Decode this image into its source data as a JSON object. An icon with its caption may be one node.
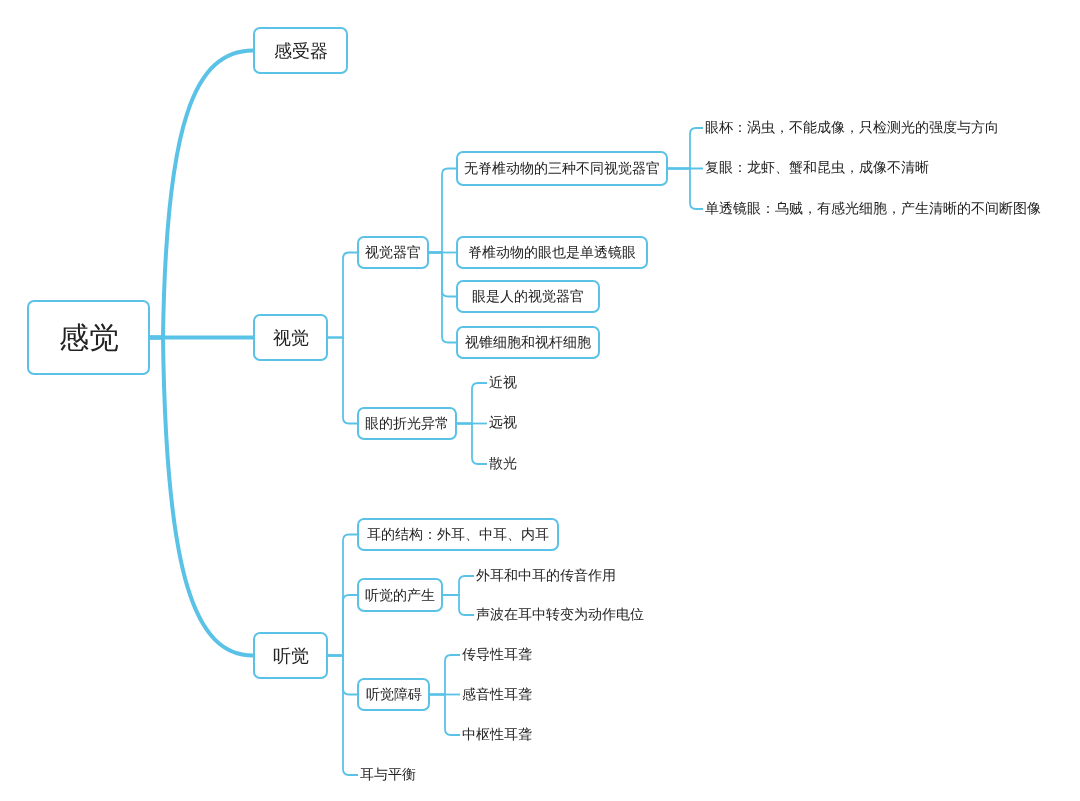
{
  "diagram": {
    "nodes": [
      {
        "text": [
          "感觉"
        ]
      },
      {
        "text": [
          "感受器"
        ]
      },
      {
        "text": [
          "视觉"
        ]
      },
      {
        "text": [
          "视觉器官"
        ]
      },
      {
        "text": [
          "无脊椎动物的三种不同视觉器官"
        ]
      },
      {
        "text": [
          "眼杯：涡虫，不能成像，只检测光的强度与方向"
        ]
      },
      {
        "text": [
          "复眼：龙虾、蟹和昆虫，成像不清晰"
        ]
      },
      {
        "text": [
          "单透镜眼：乌贼，有感光细胞，产生清晰的不间断图像"
        ]
      },
      {
        "text": [
          "脊椎动物的眼也是单透镜眼"
        ]
      },
      {
        "text": [
          "眼是人的视觉器官"
        ]
      },
      {
        "text": [
          "视锥细胞和视杆细胞"
        ]
      },
      {
        "text": [
          "眼的折光异常"
        ]
      },
      {
        "text": [
          "近视"
        ]
      },
      {
        "text": [
          "远视"
        ]
      },
      {
        "text": [
          "散光"
        ]
      },
      {
        "text": [
          "听觉"
        ]
      },
      {
        "text": [
          "耳的结构：外耳、中耳、内耳"
        ]
      },
      {
        "text": [
          "听觉的产生"
        ]
      },
      {
        "text": [
          "外耳和中耳的传音作用"
        ]
      },
      {
        "text": [
          "声波在耳中转变为动作电位"
        ]
      },
      {
        "text": [
          "听觉障碍"
        ]
      },
      {
        "text": [
          "传导性耳聋"
        ]
      },
      {
        "text": [
          "感音性耳聋"
        ]
      },
      {
        "text": [
          "中枢性耳聋"
        ]
      },
      {
        "text": [
          "耳与平衡"
        ]
      }
    ],
    "edges": [
      {
        "from": 0,
        "to": 1,
        "arrow": "none",
        "style": "thick"
      },
      {
        "from": 0,
        "to": 2,
        "arrow": "none",
        "style": "thick"
      },
      {
        "from": 0,
        "to": 15,
        "arrow": "none",
        "style": "thick"
      },
      {
        "from": 2,
        "to": 3,
        "arrow": "none"
      },
      {
        "from": 2,
        "to": 11,
        "arrow": "none"
      },
      {
        "from": 3,
        "to": 4,
        "arrow": "none"
      },
      {
        "from": 3,
        "to": 8,
        "arrow": "none"
      },
      {
        "from": 3,
        "to": 9,
        "arrow": "none"
      },
      {
        "from": 3,
        "to": 10,
        "arrow": "none"
      },
      {
        "from": 4,
        "to": 5,
        "arrow": "none"
      },
      {
        "from": 4,
        "to": 6,
        "arrow": "none"
      },
      {
        "from": 4,
        "to": 7,
        "arrow": "none"
      },
      {
        "from": 11,
        "to": 12,
        "arrow": "none"
      },
      {
        "from": 11,
        "to": 13,
        "arrow": "none"
      },
      {
        "from": 11,
        "to": 14,
        "arrow": "none"
      },
      {
        "from": 15,
        "to": 16,
        "arrow": "none"
      },
      {
        "from": 15,
        "to": 17,
        "arrow": "none"
      },
      {
        "from": 15,
        "to": 20,
        "arrow": "none"
      },
      {
        "from": 15,
        "to": 24,
        "arrow": "none"
      },
      {
        "from": 17,
        "to": 18,
        "arrow": "none"
      },
      {
        "from": 17,
        "to": 19,
        "arrow": "none"
      },
      {
        "from": 20,
        "to": 21,
        "arrow": "none"
      },
      {
        "from": 20,
        "to": 22,
        "arrow": "none"
      },
      {
        "from": 20,
        "to": 23,
        "arrow": "none"
      }
    ]
  }
}
